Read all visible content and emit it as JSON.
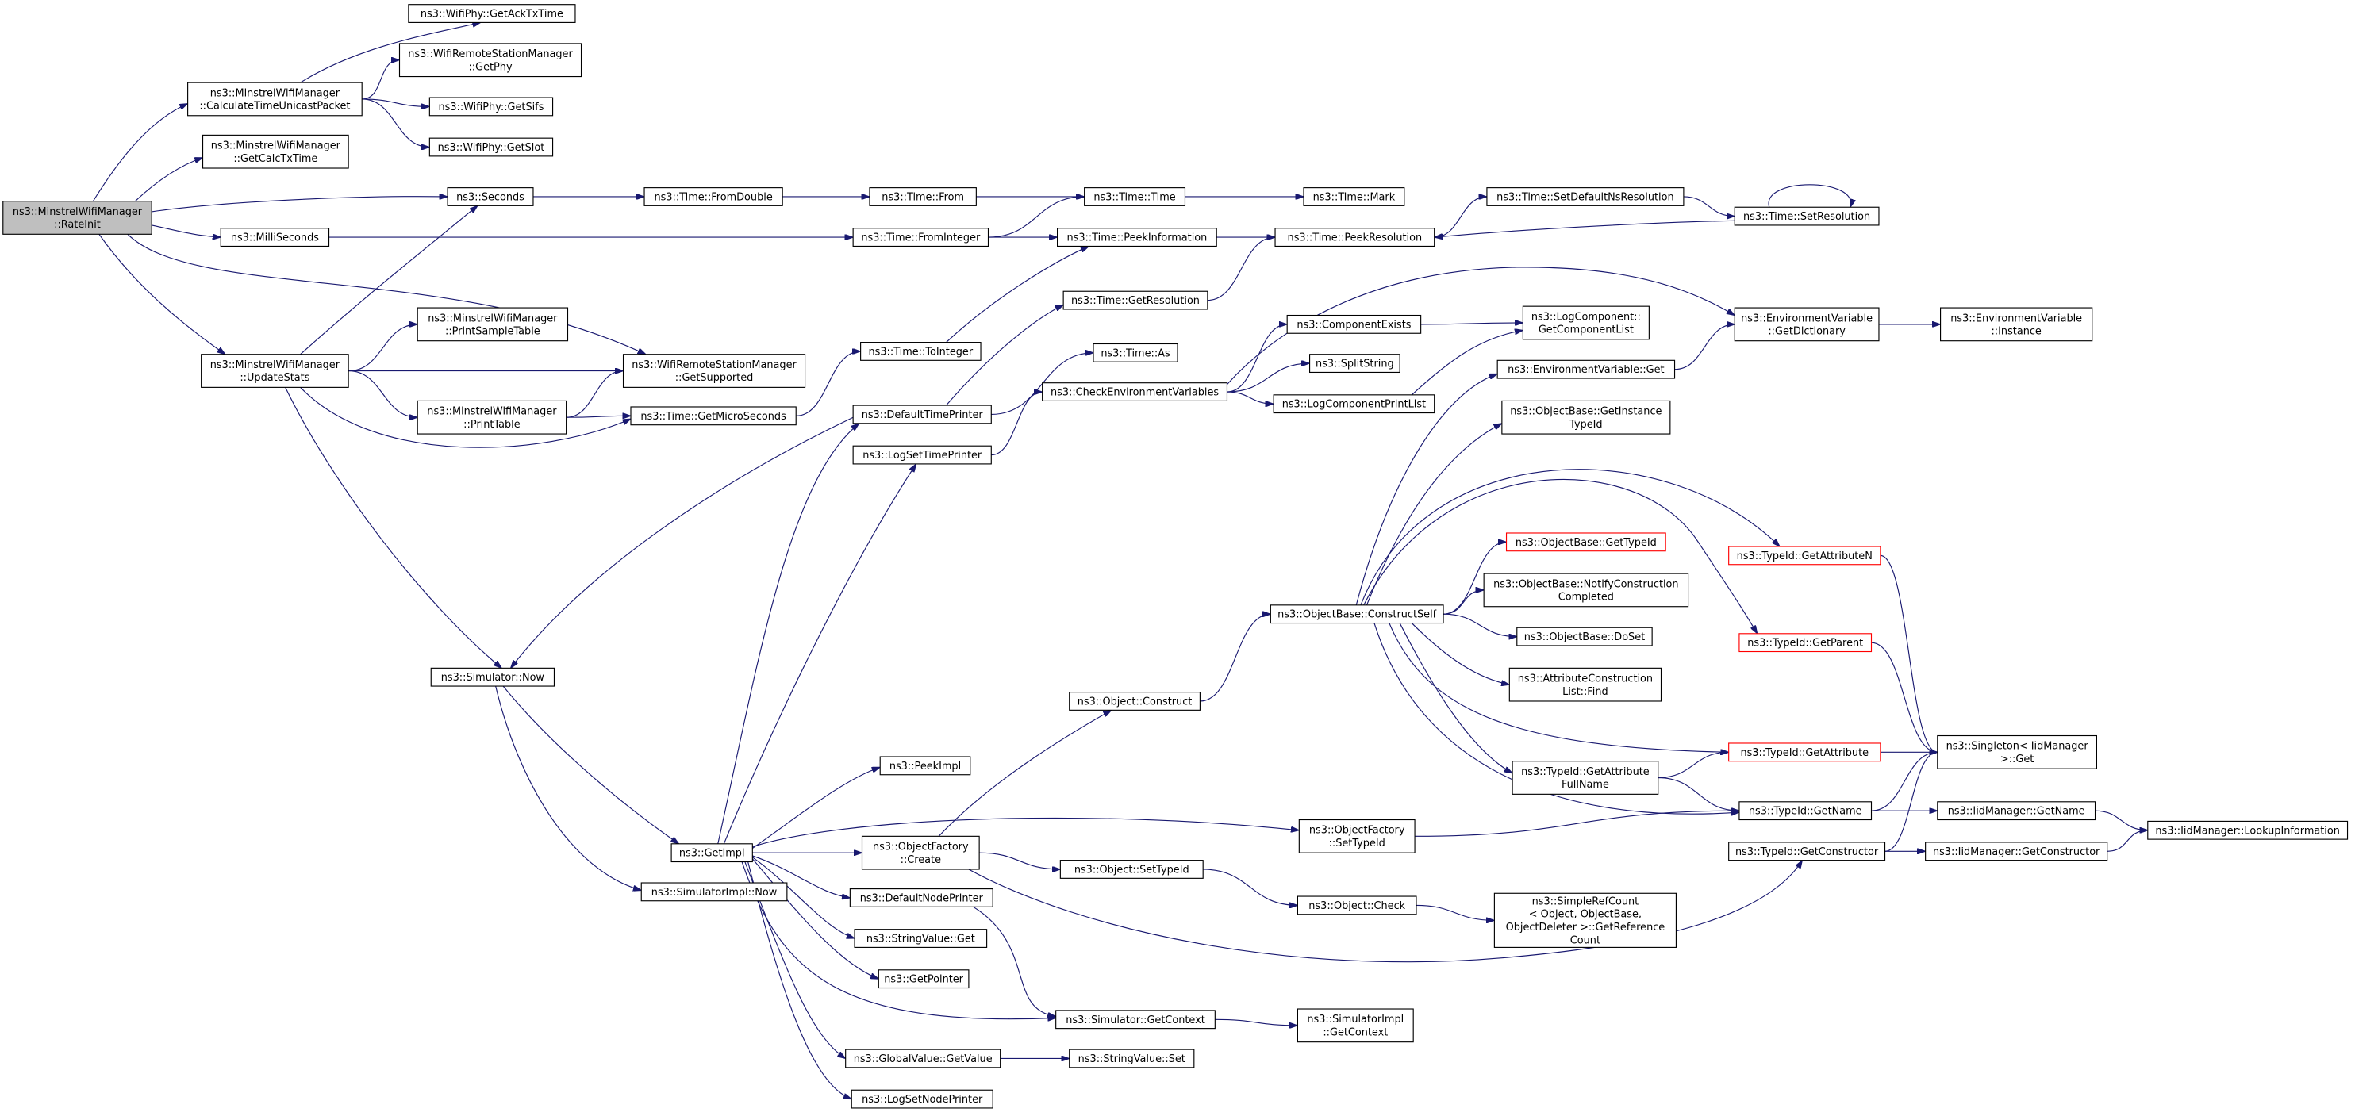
{
  "colors": {
    "edge": "#191970",
    "node_border": "#000000",
    "node_fill": "#ffffff",
    "text": "#000000",
    "background": "#ffffff"
  },
  "graph": {
    "nodes": [
      {
        "lines": [
          "ns3::MinstrelWifiManager",
          "::RateInit"
        ],
        "fill": "#bfbfbf"
      },
      {
        "lines": [
          "ns3::MinstrelWifiManager",
          "::CalculateTimeUnicastPacket"
        ]
      },
      {
        "lines": [
          "ns3::MinstrelWifiManager",
          "::GetCalcTxTime"
        ]
      },
      {
        "lines": [
          "ns3::WifiPhy::GetAckTxTime"
        ]
      },
      {
        "lines": [
          "ns3::WifiRemoteStationManager",
          "::GetPhy"
        ]
      },
      {
        "lines": [
          "ns3::WifiPhy::GetSifs"
        ]
      },
      {
        "lines": [
          "ns3::WifiPhy::GetSlot"
        ]
      },
      {
        "lines": [
          "ns3::Seconds"
        ]
      },
      {
        "lines": [
          "ns3::MilliSeconds"
        ]
      },
      {
        "lines": [
          "ns3::Time::FromDouble"
        ]
      },
      {
        "lines": [
          "ns3::Time::From"
        ]
      },
      {
        "lines": [
          "ns3::Time::Time"
        ]
      },
      {
        "lines": [
          "ns3::Time::Mark"
        ]
      },
      {
        "lines": [
          "ns3::Time::FromInteger"
        ]
      },
      {
        "lines": [
          "ns3::Time::PeekInformation"
        ]
      },
      {
        "lines": [
          "ns3::Time::PeekResolution"
        ]
      },
      {
        "lines": [
          "ns3::Time::SetDefaultNsResolution"
        ]
      },
      {
        "lines": [
          "ns3::Time::SetResolution"
        ]
      },
      {
        "lines": [
          "ns3::Time::GetResolution"
        ]
      },
      {
        "lines": [
          "ns3::Time::As"
        ]
      },
      {
        "lines": [
          "ns3::CheckEnvironmentVariables"
        ]
      },
      {
        "lines": [
          "ns3::ComponentExists"
        ]
      },
      {
        "lines": [
          "ns3::SplitString"
        ]
      },
      {
        "lines": [
          "ns3::LogComponentPrintList"
        ]
      },
      {
        "lines": [
          "ns3::LogComponent::",
          "GetComponentList"
        ]
      },
      {
        "lines": [
          "ns3::EnvironmentVariable",
          "::GetDictionary"
        ]
      },
      {
        "lines": [
          "ns3::EnvironmentVariable",
          "::Instance"
        ]
      },
      {
        "lines": [
          "ns3::EnvironmentVariable::Get"
        ]
      },
      {
        "lines": [
          "ns3::ObjectBase::GetInstance",
          "TypeId"
        ]
      },
      {
        "lines": [
          "ns3::ObjectBase::GetTypeId"
        ],
        "border": "#ff0000"
      },
      {
        "lines": [
          "ns3::ObjectBase::NotifyConstruction",
          "Completed"
        ]
      },
      {
        "lines": [
          "ns3::ObjectBase::DoSet"
        ]
      },
      {
        "lines": [
          "ns3::AttributeConstruction",
          "List::Find"
        ]
      },
      {
        "lines": [
          "ns3::ObjectBase::ConstructSelf"
        ]
      },
      {
        "lines": [
          "ns3::TypeId::GetAttributeN"
        ],
        "border": "#ff0000"
      },
      {
        "lines": [
          "ns3::TypeId::GetParent"
        ],
        "border": "#ff0000"
      },
      {
        "lines": [
          "ns3::TypeId::GetAttribute"
        ],
        "border": "#ff0000"
      },
      {
        "lines": [
          "ns3::TypeId::GetAttribute",
          "FullName"
        ]
      },
      {
        "lines": [
          "ns3::TypeId::GetName"
        ]
      },
      {
        "lines": [
          "ns3::TypeId::GetConstructor"
        ]
      },
      {
        "lines": [
          "ns3::Singleton< IidManager",
          ">::Get"
        ]
      },
      {
        "lines": [
          "ns3::IidManager::GetName"
        ]
      },
      {
        "lines": [
          "ns3::IidManager::GetConstructor"
        ]
      },
      {
        "lines": [
          "ns3::IidManager::LookupInformation"
        ]
      },
      {
        "lines": [
          "ns3::MinstrelWifiManager",
          "::UpdateStats"
        ]
      },
      {
        "lines": [
          "ns3::MinstrelWifiManager",
          "::PrintSampleTable"
        ]
      },
      {
        "lines": [
          "ns3::WifiRemoteStationManager",
          "::GetSupported"
        ]
      },
      {
        "lines": [
          "ns3::MinstrelWifiManager",
          "::PrintTable"
        ]
      },
      {
        "lines": [
          "ns3::Time::GetMicroSeconds"
        ]
      },
      {
        "lines": [
          "ns3::Time::ToInteger"
        ]
      },
      {
        "lines": [
          "ns3::DefaultTimePrinter"
        ]
      },
      {
        "lines": [
          "ns3::LogSetTimePrinter"
        ]
      },
      {
        "lines": [
          "ns3::Simulator::Now"
        ]
      },
      {
        "lines": [
          "ns3::GetImpl"
        ]
      },
      {
        "lines": [
          "ns3::SimulatorImpl::Now"
        ]
      },
      {
        "lines": [
          "ns3::PeekImpl"
        ]
      },
      {
        "lines": [
          "ns3::ObjectFactory",
          "::Create"
        ]
      },
      {
        "lines": [
          "ns3::DefaultNodePrinter"
        ]
      },
      {
        "lines": [
          "ns3::StringValue::Get"
        ]
      },
      {
        "lines": [
          "ns3::GetPointer"
        ]
      },
      {
        "lines": [
          "ns3::GlobalValue::GetValue"
        ]
      },
      {
        "lines": [
          "ns3::LogSetNodePrinter"
        ]
      },
      {
        "lines": [
          "ns3::Object::Construct"
        ]
      },
      {
        "lines": [
          "ns3::Object::SetTypeId"
        ]
      },
      {
        "lines": [
          "ns3::Simulator::GetContext"
        ]
      },
      {
        "lines": [
          "ns3::StringValue::Set"
        ]
      },
      {
        "lines": [
          "ns3::ObjectFactory",
          "::SetTypeId"
        ]
      },
      {
        "lines": [
          "ns3::Object::Check"
        ]
      },
      {
        "lines": [
          "ns3::SimulatorImpl",
          "::GetContext"
        ]
      },
      {
        "lines": [
          "ns3::SimpleRefCount",
          "< Object, ObjectBase,",
          "ObjectDeleter >::GetReference",
          "Count"
        ]
      }
    ],
    "edges": [
      [
        0,
        1
      ],
      [
        0,
        2
      ],
      [
        0,
        7
      ],
      [
        0,
        8
      ],
      [
        0,
        46
      ],
      [
        0,
        44
      ],
      [
        1,
        3
      ],
      [
        1,
        4
      ],
      [
        1,
        5
      ],
      [
        1,
        6
      ],
      [
        7,
        9
      ],
      [
        9,
        10
      ],
      [
        10,
        11
      ],
      [
        11,
        12
      ],
      [
        8,
        13
      ],
      [
        13,
        11
      ],
      [
        13,
        14
      ],
      [
        14,
        15
      ],
      [
        15,
        16
      ],
      [
        16,
        17
      ],
      [
        17,
        17
      ],
      [
        17,
        15
      ],
      [
        18,
        15
      ],
      [
        44,
        7
      ],
      [
        44,
        45
      ],
      [
        44,
        46
      ],
      [
        44,
        47
      ],
      [
        44,
        48
      ],
      [
        44,
        52
      ],
      [
        47,
        46
      ],
      [
        47,
        48
      ],
      [
        48,
        49
      ],
      [
        49,
        14
      ],
      [
        50,
        18
      ],
      [
        50,
        19
      ],
      [
        50,
        52
      ],
      [
        51,
        20
      ],
      [
        20,
        21
      ],
      [
        20,
        22
      ],
      [
        20,
        23
      ],
      [
        20,
        25
      ],
      [
        21,
        24
      ],
      [
        23,
        24
      ],
      [
        25,
        26
      ],
      [
        27,
        25
      ],
      [
        52,
        53
      ],
      [
        52,
        54
      ],
      [
        53,
        50
      ],
      [
        53,
        51
      ],
      [
        53,
        55
      ],
      [
        53,
        66
      ],
      [
        53,
        56
      ],
      [
        53,
        57
      ],
      [
        53,
        58
      ],
      [
        53,
        59
      ],
      [
        53,
        64
      ],
      [
        53,
        60
      ],
      [
        53,
        61
      ],
      [
        56,
        62
      ],
      [
        56,
        63
      ],
      [
        56,
        39
      ],
      [
        57,
        64
      ],
      [
        64,
        68
      ],
      [
        60,
        65
      ],
      [
        62,
        33
      ],
      [
        63,
        67
      ],
      [
        67,
        69
      ],
      [
        66,
        38
      ],
      [
        33,
        27
      ],
      [
        33,
        28
      ],
      [
        33,
        29
      ],
      [
        33,
        30
      ],
      [
        33,
        31
      ],
      [
        33,
        32
      ],
      [
        33,
        34
      ],
      [
        33,
        35
      ],
      [
        33,
        36
      ],
      [
        33,
        37
      ],
      [
        33,
        38
      ],
      [
        37,
        36
      ],
      [
        37,
        38
      ],
      [
        34,
        40
      ],
      [
        35,
        40
      ],
      [
        36,
        40
      ],
      [
        38,
        40
      ],
      [
        38,
        41
      ],
      [
        39,
        40
      ],
      [
        39,
        42
      ],
      [
        41,
        43
      ],
      [
        42,
        43
      ]
    ]
  }
}
